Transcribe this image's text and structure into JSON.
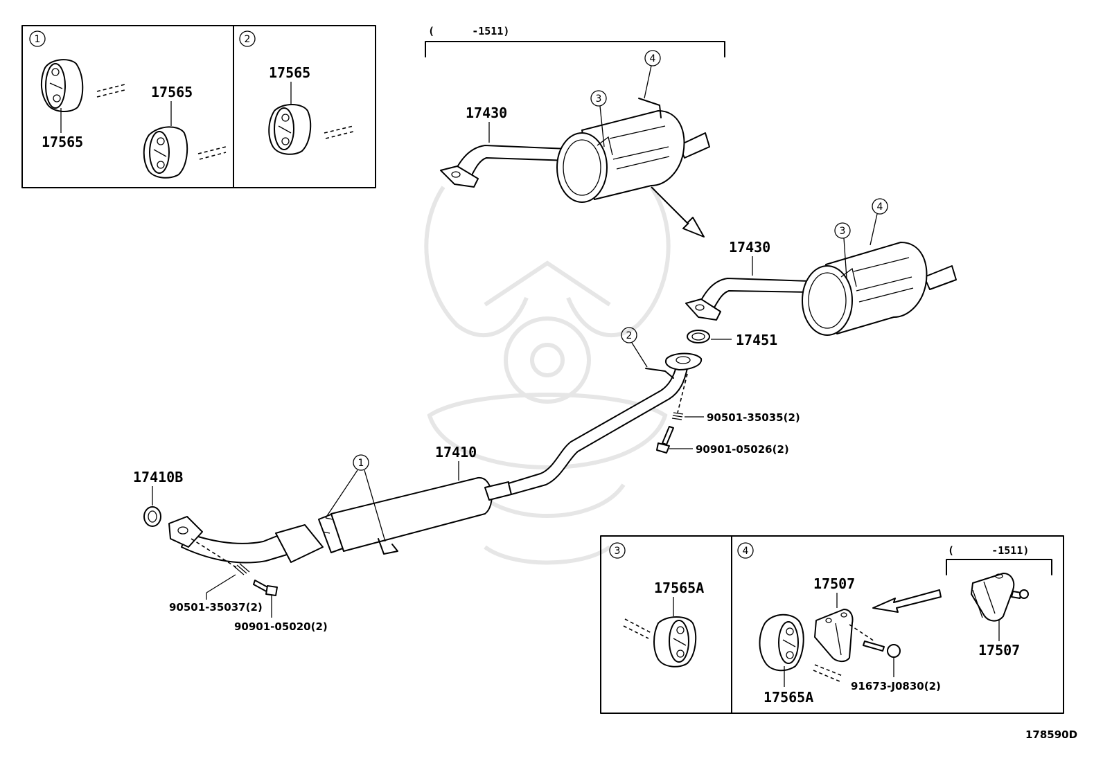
{
  "diagram_code": "178590D",
  "date_range_note": "(      -1511)",
  "callouts": [
    "1",
    "2",
    "3",
    "4"
  ],
  "part_numbers": {
    "hanger_1a": "17565",
    "hanger_1b": "17565",
    "hanger_2": "17565",
    "tail_pipe_old": "17430",
    "tail_pipe_new": "17430",
    "gasket": "17451",
    "front_pipe": "17410",
    "front_gasket": "17410B",
    "spring_rear": "90501-35035(2)",
    "bolt_rear": "90901-05026(2)",
    "spring_front": "90501-35037(2)",
    "bolt_front": "90901-05020(2)",
    "hanger_3": "17565A",
    "bracket_new": "17507",
    "bracket_old": "17507",
    "hanger_4": "17565A",
    "bolt_bracket": "91673-J0830(2)"
  },
  "colors": {
    "line": "#000000",
    "background": "#ffffff",
    "watermark": "#e6e6e6"
  }
}
